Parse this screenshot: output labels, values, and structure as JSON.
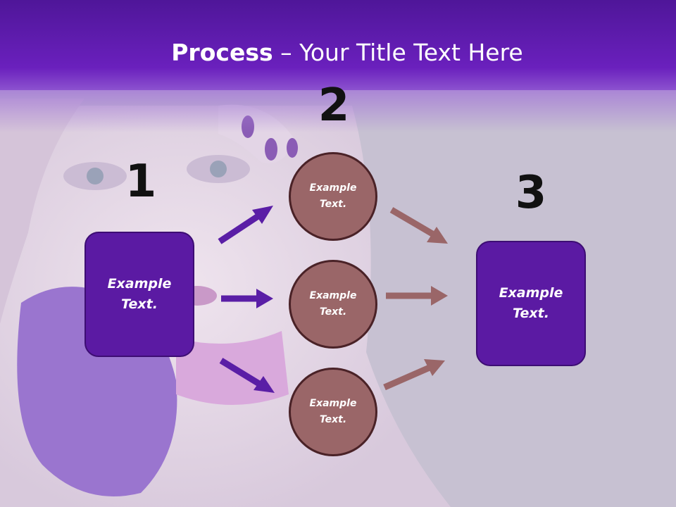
{
  "title": {
    "bold": "Process",
    "rest": " – Your Title Text Here"
  },
  "steps": {
    "one": {
      "number": "1",
      "box_text": "Example Text."
    },
    "two": {
      "number": "2",
      "circles": [
        "Example Text.",
        "Example Text.",
        "Example Text."
      ]
    },
    "three": {
      "number": "3",
      "box_text": "Example Text."
    }
  },
  "colors": {
    "header": "#5c1aa8",
    "box_fill": "#5b1aa3",
    "circle_fill": "#9a6668",
    "arrow_purple": "#5a1ea6",
    "arrow_brown": "#9a6668"
  }
}
